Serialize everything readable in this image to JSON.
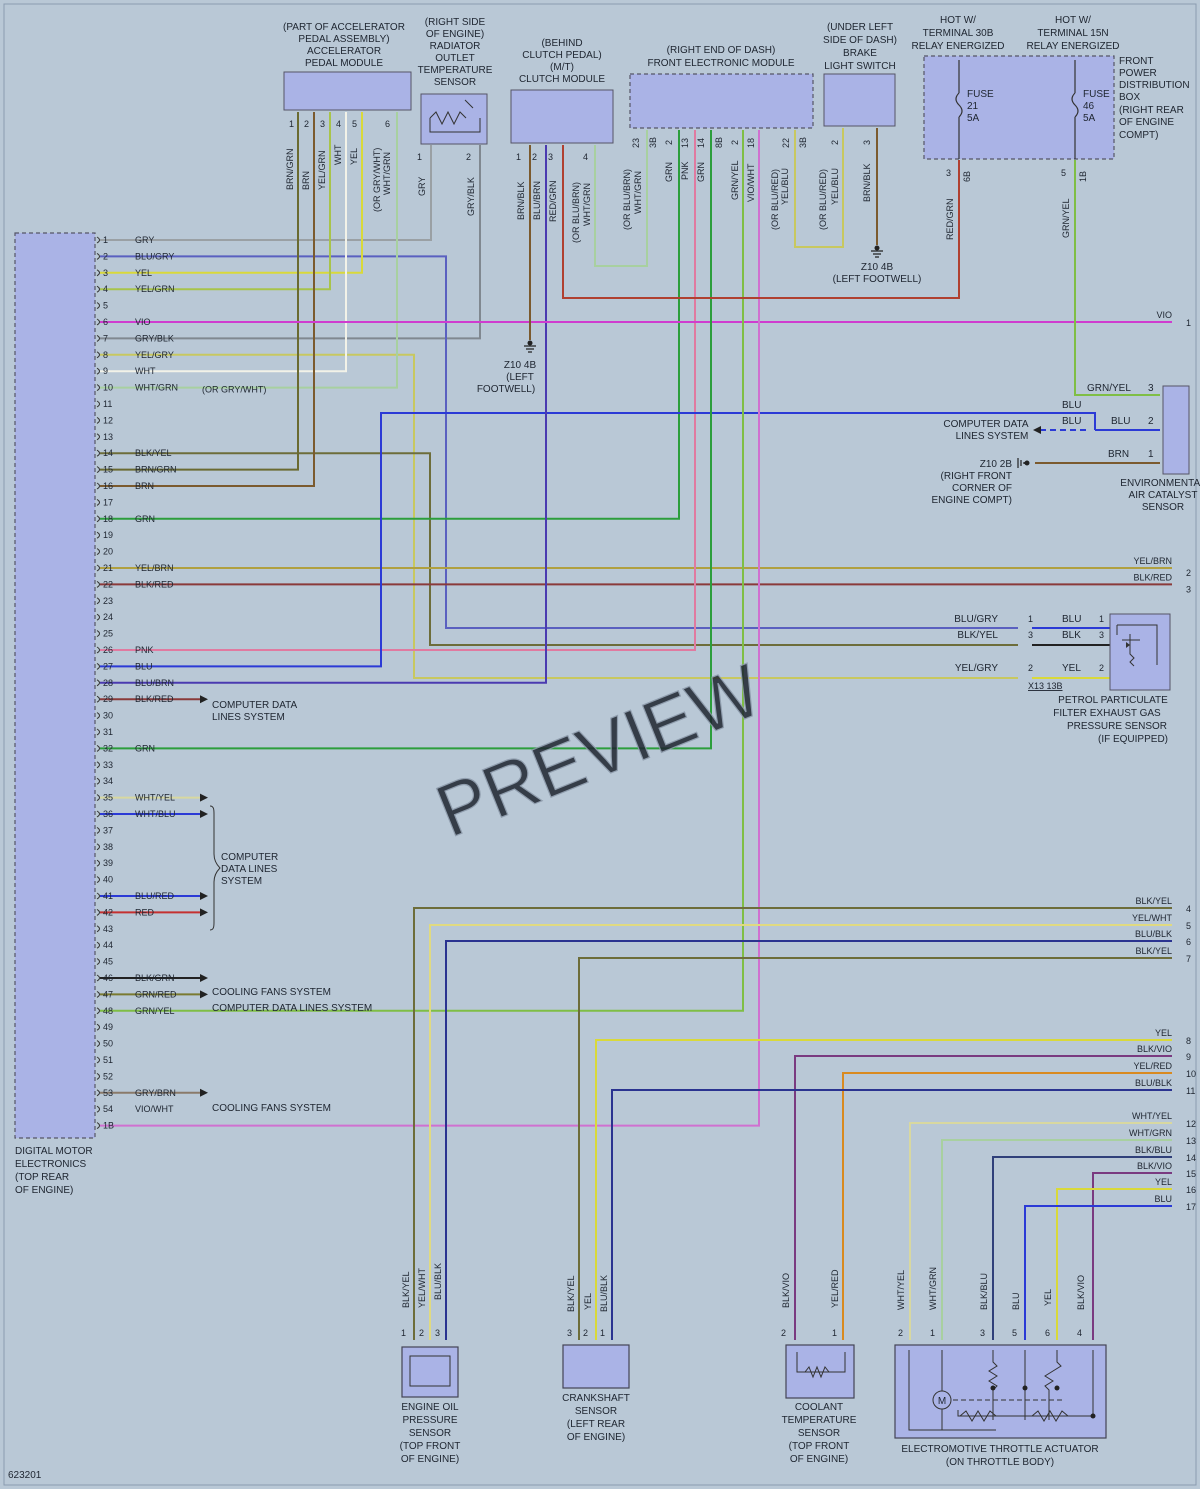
{
  "page_id": "623201",
  "watermark": "PREVIEW",
  "colors": {
    "GRY": "#9aa0a4",
    "BLU": "#2b3ad6",
    "YEL": "#d9d93a",
    "GRN": "#2c9e3c",
    "VIO": "#cf3ccf",
    "BRN": "#7b5a2e",
    "PNK": "#e07aa0",
    "RED": "#c43030",
    "WHT": "#f2f2e8",
    "BLK": "#2a2a2a",
    "ORG": "#d98a20",
    "YELGRN": "#a8c44a",
    "GRNYEL": "#7fbe45",
    "BLKRED": "#8a3a3a",
    "YELBRN": "#b0a040",
    "BLKYEL": "#6d6d3a",
    "YELWHT": "#e0da80",
    "BLUBLK": "#2a3390",
    "BLKVIO": "#7a3a80",
    "YELRED": "#d8a030",
    "WHTYEL": "#d8d8a0",
    "WHTGRN": "#a8d0a0",
    "BLKBLU": "#30407a",
    "GRYBLK": "#808890",
    "BRNGRN": "#6a6a30",
    "REDGRN": "#b04030",
    "VIOWHT": "#d070d0",
    "GRNYEL2": "#8ab84a",
    "YELGRY": "#c8c860",
    "GRYBRN": "#8a7a6a",
    "GRNRED": "#7a7a30",
    "BLUBRN": "#4a3ab0",
    "BLUGRY": "#5a60c0",
    "BLUBLK2": "#2a3390",
    "BLKBLK": "#222"
  },
  "dme": {
    "title": [
      "DIGITAL MOTOR",
      "ELECTRONICS",
      "(TOP REAR",
      "OF ENGINE)"
    ],
    "pins": [
      {
        "n": "1",
        "c": "GRY"
      },
      {
        "n": "2",
        "c": "BLU/GRY"
      },
      {
        "n": "3",
        "c": "YEL"
      },
      {
        "n": "4",
        "c": "YEL/GRN"
      },
      {
        "n": "5",
        "c": ""
      },
      {
        "n": "6",
        "c": "VIO"
      },
      {
        "n": "7",
        "c": "GRY/BLK"
      },
      {
        "n": "8",
        "c": "YEL/GRY"
      },
      {
        "n": "9",
        "c": "WHT"
      },
      {
        "n": "10",
        "c": "WHT/GRN",
        "note": "(OR GRY/WHT)"
      },
      {
        "n": "11",
        "c": ""
      },
      {
        "n": "12",
        "c": ""
      },
      {
        "n": "13",
        "c": ""
      },
      {
        "n": "14",
        "c": "BLK/YEL"
      },
      {
        "n": "15",
        "c": "BRN/GRN"
      },
      {
        "n": "16",
        "c": "BRN"
      },
      {
        "n": "17",
        "c": ""
      },
      {
        "n": "18",
        "c": "GRN"
      },
      {
        "n": "19",
        "c": ""
      },
      {
        "n": "20",
        "c": ""
      },
      {
        "n": "21",
        "c": "YEL/BRN"
      },
      {
        "n": "22",
        "c": "BLK/RED"
      },
      {
        "n": "23",
        "c": ""
      },
      {
        "n": "24",
        "c": ""
      },
      {
        "n": "25",
        "c": ""
      },
      {
        "n": "26",
        "c": "PNK"
      },
      {
        "n": "27",
        "c": "BLU"
      },
      {
        "n": "28",
        "c": "BLU/BRN"
      },
      {
        "n": "29",
        "c": "BLK/RED"
      },
      {
        "n": "30",
        "c": ""
      },
      {
        "n": "31",
        "c": ""
      },
      {
        "n": "32",
        "c": "GRN"
      },
      {
        "n": "33",
        "c": ""
      },
      {
        "n": "34",
        "c": ""
      },
      {
        "n": "35",
        "c": "WHT/YEL"
      },
      {
        "n": "36",
        "c": "WHT/BLU"
      },
      {
        "n": "37",
        "c": ""
      },
      {
        "n": "38",
        "c": ""
      },
      {
        "n": "39",
        "c": ""
      },
      {
        "n": "40",
        "c": ""
      },
      {
        "n": "41",
        "c": "BLU/RED"
      },
      {
        "n": "42",
        "c": "RED"
      },
      {
        "n": "43",
        "c": ""
      },
      {
        "n": "44",
        "c": ""
      },
      {
        "n": "45",
        "c": ""
      },
      {
        "n": "46",
        "c": "BLK/GRN"
      },
      {
        "n": "47",
        "c": "GRN/RED"
      },
      {
        "n": "48",
        "c": "GRN/YEL"
      },
      {
        "n": "49",
        "c": ""
      },
      {
        "n": "50",
        "c": ""
      },
      {
        "n": "51",
        "c": ""
      },
      {
        "n": "52",
        "c": ""
      },
      {
        "n": "53",
        "c": "GRY/BRN"
      },
      {
        "n": "54",
        "c": "VIO/WHT"
      },
      {
        "n": "1B",
        "c": ""
      }
    ]
  },
  "top_components": {
    "accel": {
      "title": [
        "(PART OF ACCELERATOR",
        "PEDAL ASSEMBLY)",
        "ACCELERATOR",
        "PEDAL MODULE"
      ],
      "pins": [
        "1",
        "2",
        "3",
        "4",
        "5",
        "6"
      ],
      "wires": [
        "BRN/GRN",
        "BRN",
        "YEL/GRN",
        "WHT",
        "YEL",
        "(OR GRY/WHT)",
        "WHT/GRN"
      ]
    },
    "radiator": {
      "title": [
        "(RIGHT SIDE",
        "OF ENGINE)",
        "RADIATOR",
        "OUTLET",
        "TEMPERATURE",
        "SENSOR"
      ],
      "pins": [
        "1",
        "2"
      ],
      "wires": [
        "GRY",
        "GRY/BLK"
      ]
    },
    "clutch": {
      "title": [
        "(BEHIND",
        "CLUTCH PEDAL)",
        "(M/T)",
        "CLUTCH MODULE"
      ],
      "pins": [
        "1",
        "2",
        "3",
        "4"
      ],
      "wires": [
        "BRN/BLK",
        "BLU/BRN",
        "RED/GRN",
        "(OR BLU/BRN)",
        "WHT/GRN"
      ]
    },
    "fem": {
      "title": [
        "(RIGHT END OF DASH)",
        "FRONT ELECTRONIC MODULE"
      ],
      "pins": [
        "23",
        "3B",
        "2",
        "13",
        "14",
        "8B",
        "2",
        "18"
      ],
      "wires": [
        "(OR BLU/BRN)",
        "WHT/GRN",
        "GRN",
        "PNK",
        "GRN",
        "GRN/YEL",
        "VIO/WHT",
        "(OR BLU/RED)",
        "YEL/BLU"
      ]
    },
    "brake": {
      "title": [
        "(UNDER LEFT",
        "SIDE OF DASH)",
        "BRAKE",
        "LIGHT SWITCH"
      ],
      "pins": [
        "22",
        "3B",
        "2",
        "3"
      ],
      "wires": [
        "(OR BLU/RED)",
        "YEL/BLU",
        "BRN/BLK"
      ]
    },
    "fuse": {
      "hot30": [
        "HOT W/",
        "TERMINAL 30B",
        "RELAY ENERGIZED"
      ],
      "hot15": [
        "HOT W/",
        "TERMINAL 15N",
        "RELAY ENERGIZED"
      ],
      "fuse21": [
        "FUSE",
        "21",
        "5A"
      ],
      "fuse46": [
        "FUSE",
        "46",
        "5A"
      ],
      "box": [
        "FRONT",
        "POWER",
        "DISTRIBUTION",
        "BOX",
        "(RIGHT REAR",
        "OF ENGINE",
        "COMPT)"
      ],
      "pins": [
        "3",
        "6B",
        "5",
        "1B"
      ],
      "wires": [
        "RED/GRN",
        "GRN/YEL"
      ]
    }
  },
  "grounds": {
    "g1": [
      "Z10 4B",
      "(LEFT",
      "FOOTWELL)"
    ],
    "g2": [
      "Z10 4B",
      "(LEFT FOOTWELL)"
    ],
    "g3": [
      "Z10 2B",
      "(RIGHT FRONT",
      "CORNER OF",
      "ENGINE COMPT)"
    ]
  },
  "right_side": {
    "vio": {
      "label": "VIO",
      "pin": "1"
    },
    "env": {
      "title": [
        "ENVIRONMENTAL",
        "AIR CATALYST",
        "SENSOR"
      ],
      "w3": "GRN/YEL",
      "w2a": "BLU",
      "w2b": "BLU",
      "w2c": "BLU",
      "w1": "BRN",
      "p3": "3",
      "p2": "2",
      "p1": "1",
      "cdl": [
        "COMPUTER DATA",
        "LINES SYSTEM"
      ]
    },
    "row2": {
      "a": "YEL/BRN",
      "pa": "2",
      "b": "BLK/RED",
      "pb": "3"
    },
    "ppf": {
      "title": [
        "PETROL PARTICULATE",
        "FILTER EXHAUST GAS",
        "PRESSURE SENSOR",
        "(IF EQUIPPED)"
      ],
      "l1": "BLU/GRY",
      "l2": "BLK/YEL",
      "l3": "YEL/GRY",
      "r1": "BLU",
      "r2": "BLK",
      "r3": "YEL",
      "p1": "1",
      "p3": "3",
      "p2": "2",
      "conn": "X13 13B"
    },
    "w4_7": [
      {
        "c": "BLK/YEL",
        "p": "4"
      },
      {
        "c": "YEL/WHT",
        "p": "5"
      },
      {
        "c": "BLU/BLK",
        "p": "6"
      },
      {
        "c": "BLK/YEL",
        "p": "7"
      }
    ],
    "w8_11": [
      {
        "c": "YEL",
        "p": "8"
      },
      {
        "c": "BLK/VIO",
        "p": "9"
      },
      {
        "c": "YEL/RED",
        "p": "10"
      },
      {
        "c": "BLU/BLK",
        "p": "11"
      }
    ],
    "w12_17": [
      {
        "c": "WHT/YEL",
        "p": "12"
      },
      {
        "c": "WHT/GRN",
        "p": "13"
      },
      {
        "c": "BLK/BLU",
        "p": "14"
      },
      {
        "c": "BLK/VIO",
        "p": "15"
      },
      {
        "c": "YEL",
        "p": "16"
      },
      {
        "c": "BLU",
        "p": "17"
      }
    ]
  },
  "left_side": {
    "cdl1": [
      "COMPUTER DATA",
      "LINES SYSTEM"
    ],
    "cdl2": [
      "COMPUTER",
      "DATA LINES",
      "SYSTEM"
    ],
    "cool1": "COOLING FANS SYSTEM",
    "cdl3": "COMPUTER DATA LINES SYSTEM",
    "cool2": "COOLING FANS SYSTEM"
  },
  "bottom": {
    "oil": {
      "title": [
        "ENGINE OIL",
        "PRESSURE",
        "SENSOR",
        "(TOP FRONT",
        "OF ENGINE)"
      ],
      "wires": [
        "BLK/YEL",
        "YEL/WHT",
        "BLU/BLK"
      ],
      "pins": [
        "1",
        "2",
        "3"
      ]
    },
    "crank": {
      "title": [
        "CRANKSHAFT",
        "SENSOR",
        "(LEFT REAR",
        "OF ENGINE)"
      ],
      "wires": [
        "BLK/YEL",
        "YEL",
        "BLU/BLK"
      ],
      "pins": [
        "3",
        "2",
        "1"
      ]
    },
    "coolant": {
      "title": [
        "COOLANT",
        "TEMPERATURE",
        "SENSOR",
        "(TOP FRONT",
        "OF ENGINE)"
      ],
      "wires": [
        "BLK/VIO",
        "YEL/RED"
      ],
      "pins": [
        "2",
        "1"
      ]
    },
    "throttle": {
      "title": [
        "ELECTROMOTIVE THROTTLE ACTUATOR",
        "(ON THROTTLE BODY)"
      ],
      "wires": [
        "WHT/YEL",
        "WHT/GRN",
        "BLK/BLU",
        "BLU",
        "YEL",
        "BLK/VIO"
      ],
      "pins": [
        "2",
        "1",
        "3",
        "5",
        "6",
        "4"
      ],
      "motor": "M"
    }
  }
}
